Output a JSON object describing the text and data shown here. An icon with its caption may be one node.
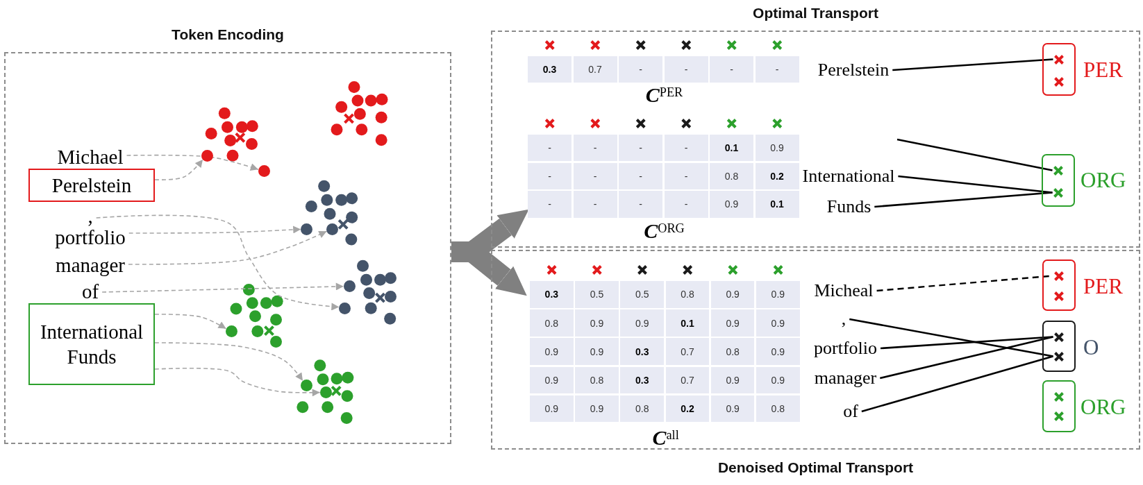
{
  "diagram": {
    "nodes": [
      {
        "text": [
          "Token Encoding"
        ]
      },
      {
        "text": [
          "Michael"
        ],
        "in": 0
      },
      {
        "text": [
          "Perelstein"
        ],
        "in": 0
      },
      {
        "text": [
          ","
        ],
        "in": 0
      },
      {
        "text": [
          "portfolio"
        ],
        "in": 0
      },
      {
        "text": [
          "manager"
        ],
        "in": 0
      },
      {
        "text": [
          "of"
        ],
        "in": 0
      },
      {
        "text": [
          "International Funds"
        ],
        "in": 0
      },
      {
        "text": [],
        "shape": "circle",
        "in": 0
      },
      {
        "text": [],
        "shape": "circle",
        "in": 0
      },
      {
        "text": [],
        "shape": "circle",
        "in": 0
      },
      {
        "text": [],
        "shape": "circle",
        "in": 0
      },
      {
        "text": [],
        "shape": "circle",
        "in": 0
      },
      {
        "text": [],
        "shape": "circle",
        "in": 0
      },
      {
        "text": [],
        "shape": "circle",
        "in": 0
      },
      {
        "text": [],
        "shape": "circle",
        "in": 0
      },
      {
        "text": [],
        "shape": "circle",
        "in": 0
      },
      {
        "text": [
          "Optimal Transport"
        ]
      },
      {
        "text": [
          "Perelstein"
        ],
        "in": 17
      },
      {
        "text": [
          "International"
        ],
        "in": 17
      },
      {
        "text": [
          "Funds"
        ],
        "in": 17
      },
      {
        "text": [],
        "shape": "box",
        "in": 17,
        "beside": [
          "PER"
        ]
      },
      {
        "text": [],
        "shape": "cross",
        "in": 21
      },
      {
        "text": [],
        "shape": "cross",
        "in": 21
      },
      {
        "text": [],
        "shape": "box",
        "in": 17,
        "beside": [
          "ORG"
        ]
      },
      {
        "text": [],
        "shape": "cross",
        "in": 24
      },
      {
        "text": [],
        "shape": "cross",
        "in": 24
      },
      {
        "text": [
          "Denoised Optimal Transport"
        ]
      },
      {
        "text": [
          "Micheal"
        ],
        "in": 27
      },
      {
        "text": [
          ","
        ],
        "in": 27
      },
      {
        "text": [
          "portfolio"
        ],
        "in": 27
      },
      {
        "text": [
          "manager"
        ],
        "in": 27
      },
      {
        "text": [
          "of"
        ],
        "in": 27
      },
      {
        "text": [],
        "shape": "box",
        "in": 27,
        "beside": [
          "PER"
        ]
      },
      {
        "text": [],
        "shape": "cross",
        "in": 33
      },
      {
        "text": [],
        "shape": "cross",
        "in": 33
      },
      {
        "text": [],
        "shape": "box",
        "in": 27,
        "beside": [
          "O"
        ]
      },
      {
        "text": [],
        "shape": "cross",
        "in": 36
      },
      {
        "text": [],
        "shape": "cross",
        "in": 36
      },
      {
        "text": [],
        "shape": "box",
        "in": 27,
        "beside": [
          "ORG"
        ]
      },
      {
        "text": [],
        "shape": "cross",
        "in": 39
      },
      {
        "text": [],
        "shape": "cross",
        "in": 39
      }
    ],
    "edges": [
      {
        "from": 1,
        "to": 9,
        "arrow": "to",
        "style": "dashed"
      },
      {
        "from": 2,
        "to": 8,
        "arrow": "to",
        "style": "dashed"
      },
      {
        "from": 3,
        "to": 13,
        "arrow": "to",
        "style": "dashed"
      },
      {
        "from": 4,
        "to": 10,
        "arrow": "to",
        "style": "dashed"
      },
      {
        "from": 5,
        "to": 11,
        "arrow": "to",
        "style": "dashed"
      },
      {
        "from": 6,
        "to": 12,
        "arrow": "to",
        "style": "dashed"
      },
      {
        "from": 7,
        "to": 14,
        "arrow": "to",
        "style": "dashed"
      },
      {
        "from": 7,
        "to": 15,
        "arrow": "to",
        "style": "dashed"
      },
      {
        "from": 7,
        "to": 16,
        "arrow": "to",
        "style": "dashed"
      },
      {
        "from": 0,
        "to": 17,
        "arrow": "to",
        "style": "thick",
        "color": "#808080"
      },
      {
        "from": 0,
        "to": 27,
        "arrow": "to",
        "style": "thick",
        "color": "#808080"
      },
      {
        "from": 18,
        "to": 22,
        "arrow": "none",
        "color": "#000000"
      },
      {
        "from": null,
        "to": 25,
        "arrow": "none",
        "color": "#000000"
      },
      {
        "from": 19,
        "to": 26,
        "arrow": "none",
        "color": "#000000"
      },
      {
        "from": 20,
        "to": 26,
        "arrow": "none",
        "color": "#000000"
      },
      {
        "from": 28,
        "to": 34,
        "arrow": "none",
        "style": "dashed",
        "color": "#000000"
      },
      {
        "from": 29,
        "to": 38,
        "arrow": "none",
        "color": "#000000"
      },
      {
        "from": 30,
        "to": 37,
        "arrow": "none",
        "color": "#000000"
      },
      {
        "from": 31,
        "to": 37,
        "arrow": "none",
        "color": "#000000"
      },
      {
        "from": 32,
        "to": 38,
        "arrow": "none",
        "color": "#000000"
      }
    ],
    "labels": [
      "0.3",
      "0.7",
      "-",
      "-",
      "-",
      "-",
      "**C**$^{PER}$",
      "-",
      "-",
      "-",
      "-",
      "0.1",
      "0.9",
      "-",
      "-",
      "-",
      "-",
      "0.8",
      "0.2",
      "-",
      "-",
      "-",
      "-",
      "0.9",
      "0.1",
      "**C**$^{ORG}$",
      "0.3",
      "0.5",
      "0.5",
      "0.8",
      "0.9",
      "0.9",
      "0.8",
      "0.9",
      "0.9",
      "0.1",
      "0.9",
      "0.9",
      "0.9",
      "0.9",
      "0.3",
      "0.7",
      "0.8",
      "0.9",
      "0.9",
      "0.8",
      "0.3",
      "0.7",
      "0.9",
      "0.9",
      "0.9",
      "0.9",
      "0.8",
      "0.2",
      "0.9",
      "0.8",
      "**C**$^{all}$"
    ]
  }
}
